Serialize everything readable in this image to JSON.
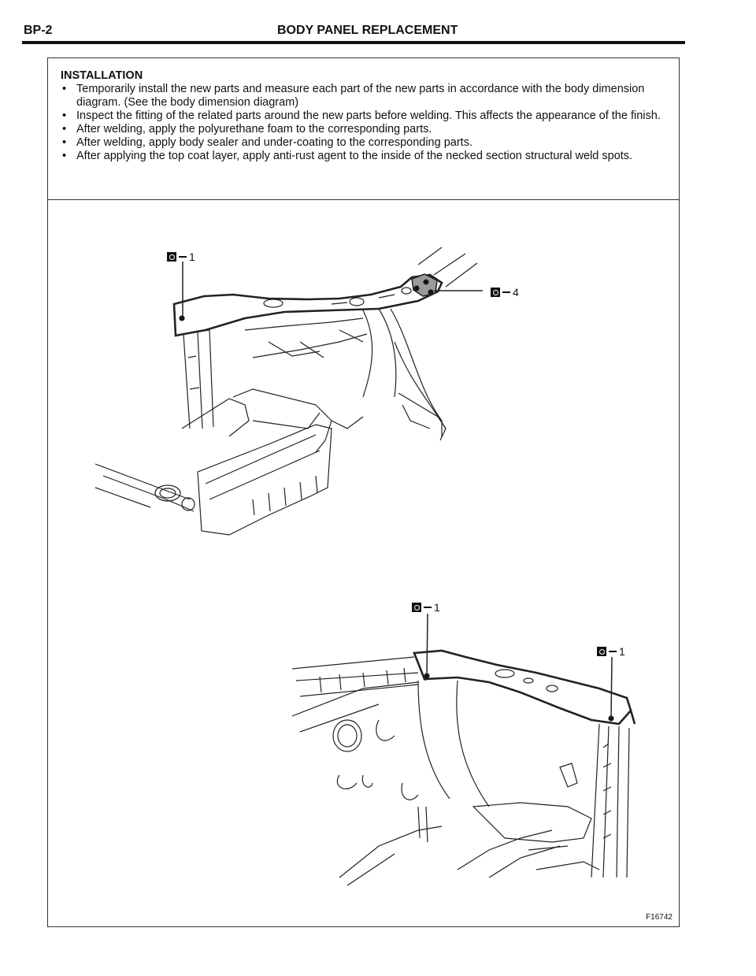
{
  "header": {
    "page_number": "BP-2",
    "title": "BODY PANEL REPLACEMENT"
  },
  "installation": {
    "heading": "INSTALLATION",
    "bullet_glyph": "•",
    "steps": [
      "Temporarily install the new parts and measure each part of the new parts in accordance with the body dimension diagram. (See the body dimension diagram)",
      "Inspect the fitting of the related parts around the new parts before welding. This affects the appearance of the finish.",
      "After welding, apply the polyurethane foam to the corresponding parts.",
      "After welding, apply body sealer and under-coating to the corresponding parts.",
      "After applying the top coat layer, apply anti-rust agent to the inside of the necked section structural weld spots."
    ]
  },
  "figure": {
    "id": "F16742",
    "symbol_icon": "spot-weld-symbol-icon",
    "callouts": [
      "1",
      "4",
      "1",
      "1"
    ]
  }
}
